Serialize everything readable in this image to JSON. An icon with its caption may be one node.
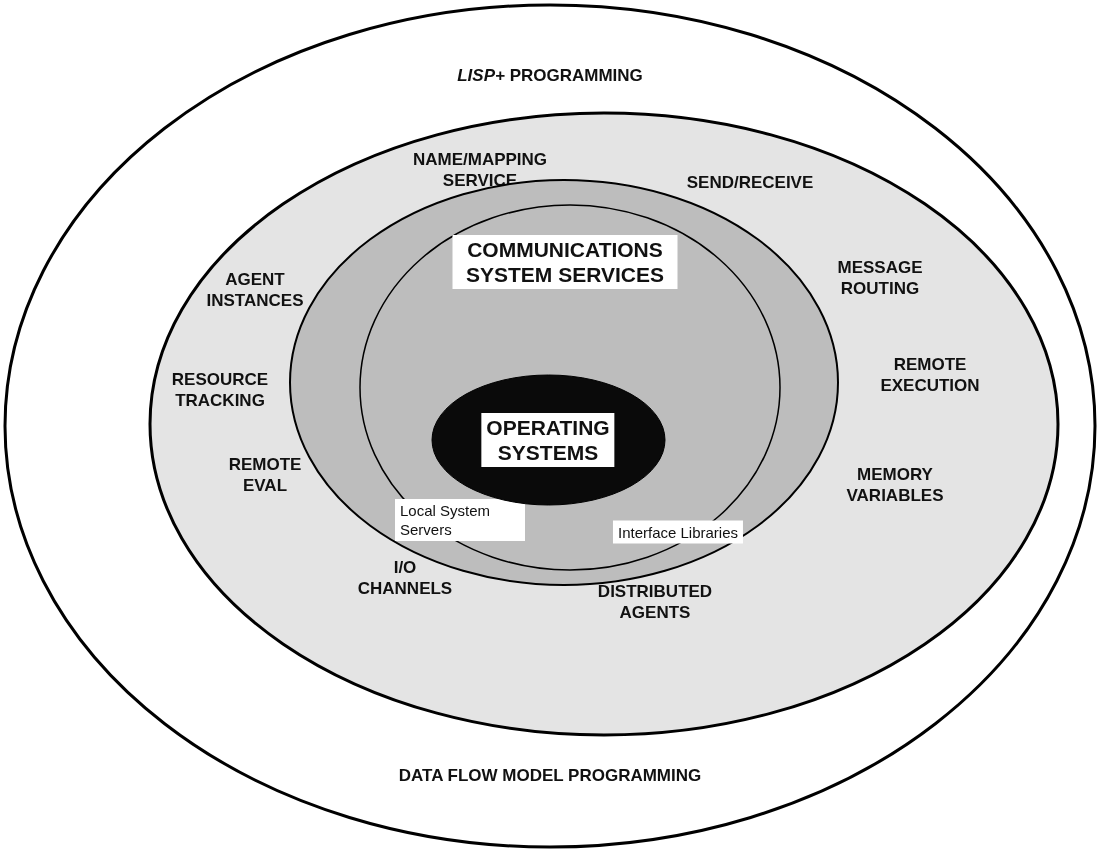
{
  "diagram": {
    "nodes": [
      {
        "text": [
          "*LISP+* PROGRAMMING",
          "DATA FLOW MODEL PROGRAMMING"
        ]
      },
      {
        "text": [
          "NAME/MAPPING SERVICE",
          "SEND/RECEIVE",
          "AGENT INSTANCES",
          "MESSAGE ROUTING",
          "RESOURCE TRACKING",
          "REMOTE EXECUTION",
          "REMOTE EVAL",
          "MEMORY VARIABLES",
          "I/O CHANNELS",
          "DISTRIBUTED AGENTS"
        ],
        "in": 0
      },
      {
        "text": [
          "COMMUNICATIONS SYSTEM SERVICES",
          "Local System Servers",
          "Interface Libraries"
        ],
        "in": 1
      },
      {
        "text": [
          "OPERATING SYSTEMS"
        ],
        "in": 2
      }
    ]
  }
}
